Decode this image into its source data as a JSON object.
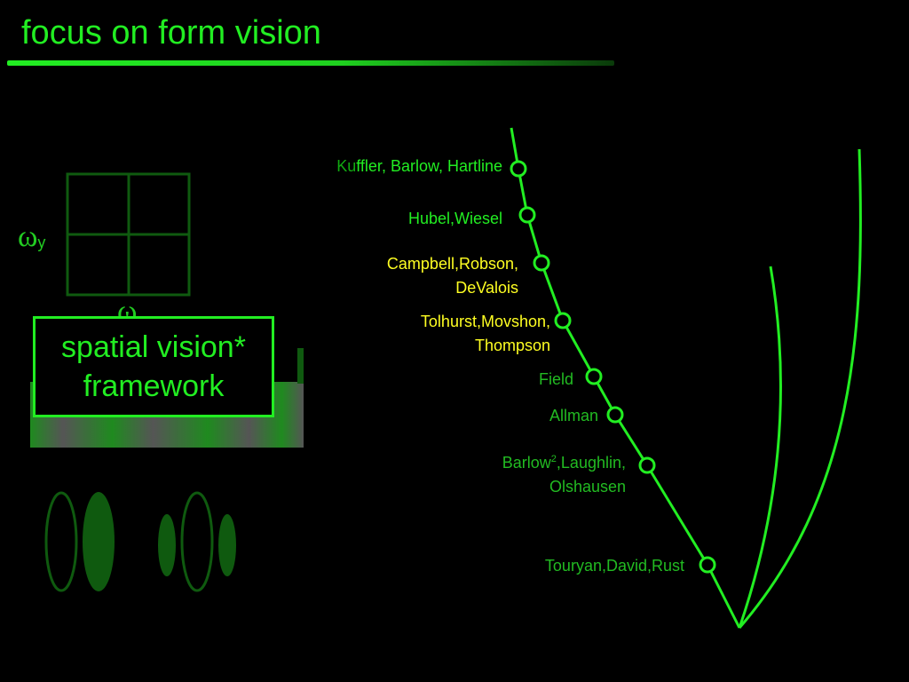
{
  "slide": {
    "title": "focus on form vision"
  },
  "framework": {
    "line1": "spatial vision*",
    "line2": "framework",
    "omega_symbol": "ω",
    "omega_y_subscript": "y"
  },
  "timeline": [
    {
      "lines": [
        "Ku",
        "ffler, Barlow, Hartline"
      ],
      "colors": [
        "#11aa11",
        "#22ee22"
      ]
    },
    {
      "lines": [
        "Hubel,Wiesel"
      ],
      "color": "#22ee22"
    },
    {
      "lines": [
        "Campbell,Robson,",
        "DeValois"
      ],
      "color": "#ffff22"
    },
    {
      "lines": [
        "Tolhurst,Movshon,",
        "Thompson"
      ],
      "color": "#ffff22"
    },
    {
      "lines": [
        "Field"
      ],
      "color": "#22bb22"
    },
    {
      "lines": [
        "Allman"
      ],
      "color": "#22bb22"
    },
    {
      "lines_html": [
        "Barlow",
        "2",
        ",Laughlin,",
        "Olshausen"
      ],
      "color": "#22bb22"
    },
    {
      "lines": [
        "Touryan,David,Rust"
      ],
      "color": "#22bb22"
    }
  ],
  "colors": {
    "accent": "#22ee22",
    "dark_green": "#0f5a0f",
    "yellow": "#ffff22",
    "background": "#000000"
  }
}
